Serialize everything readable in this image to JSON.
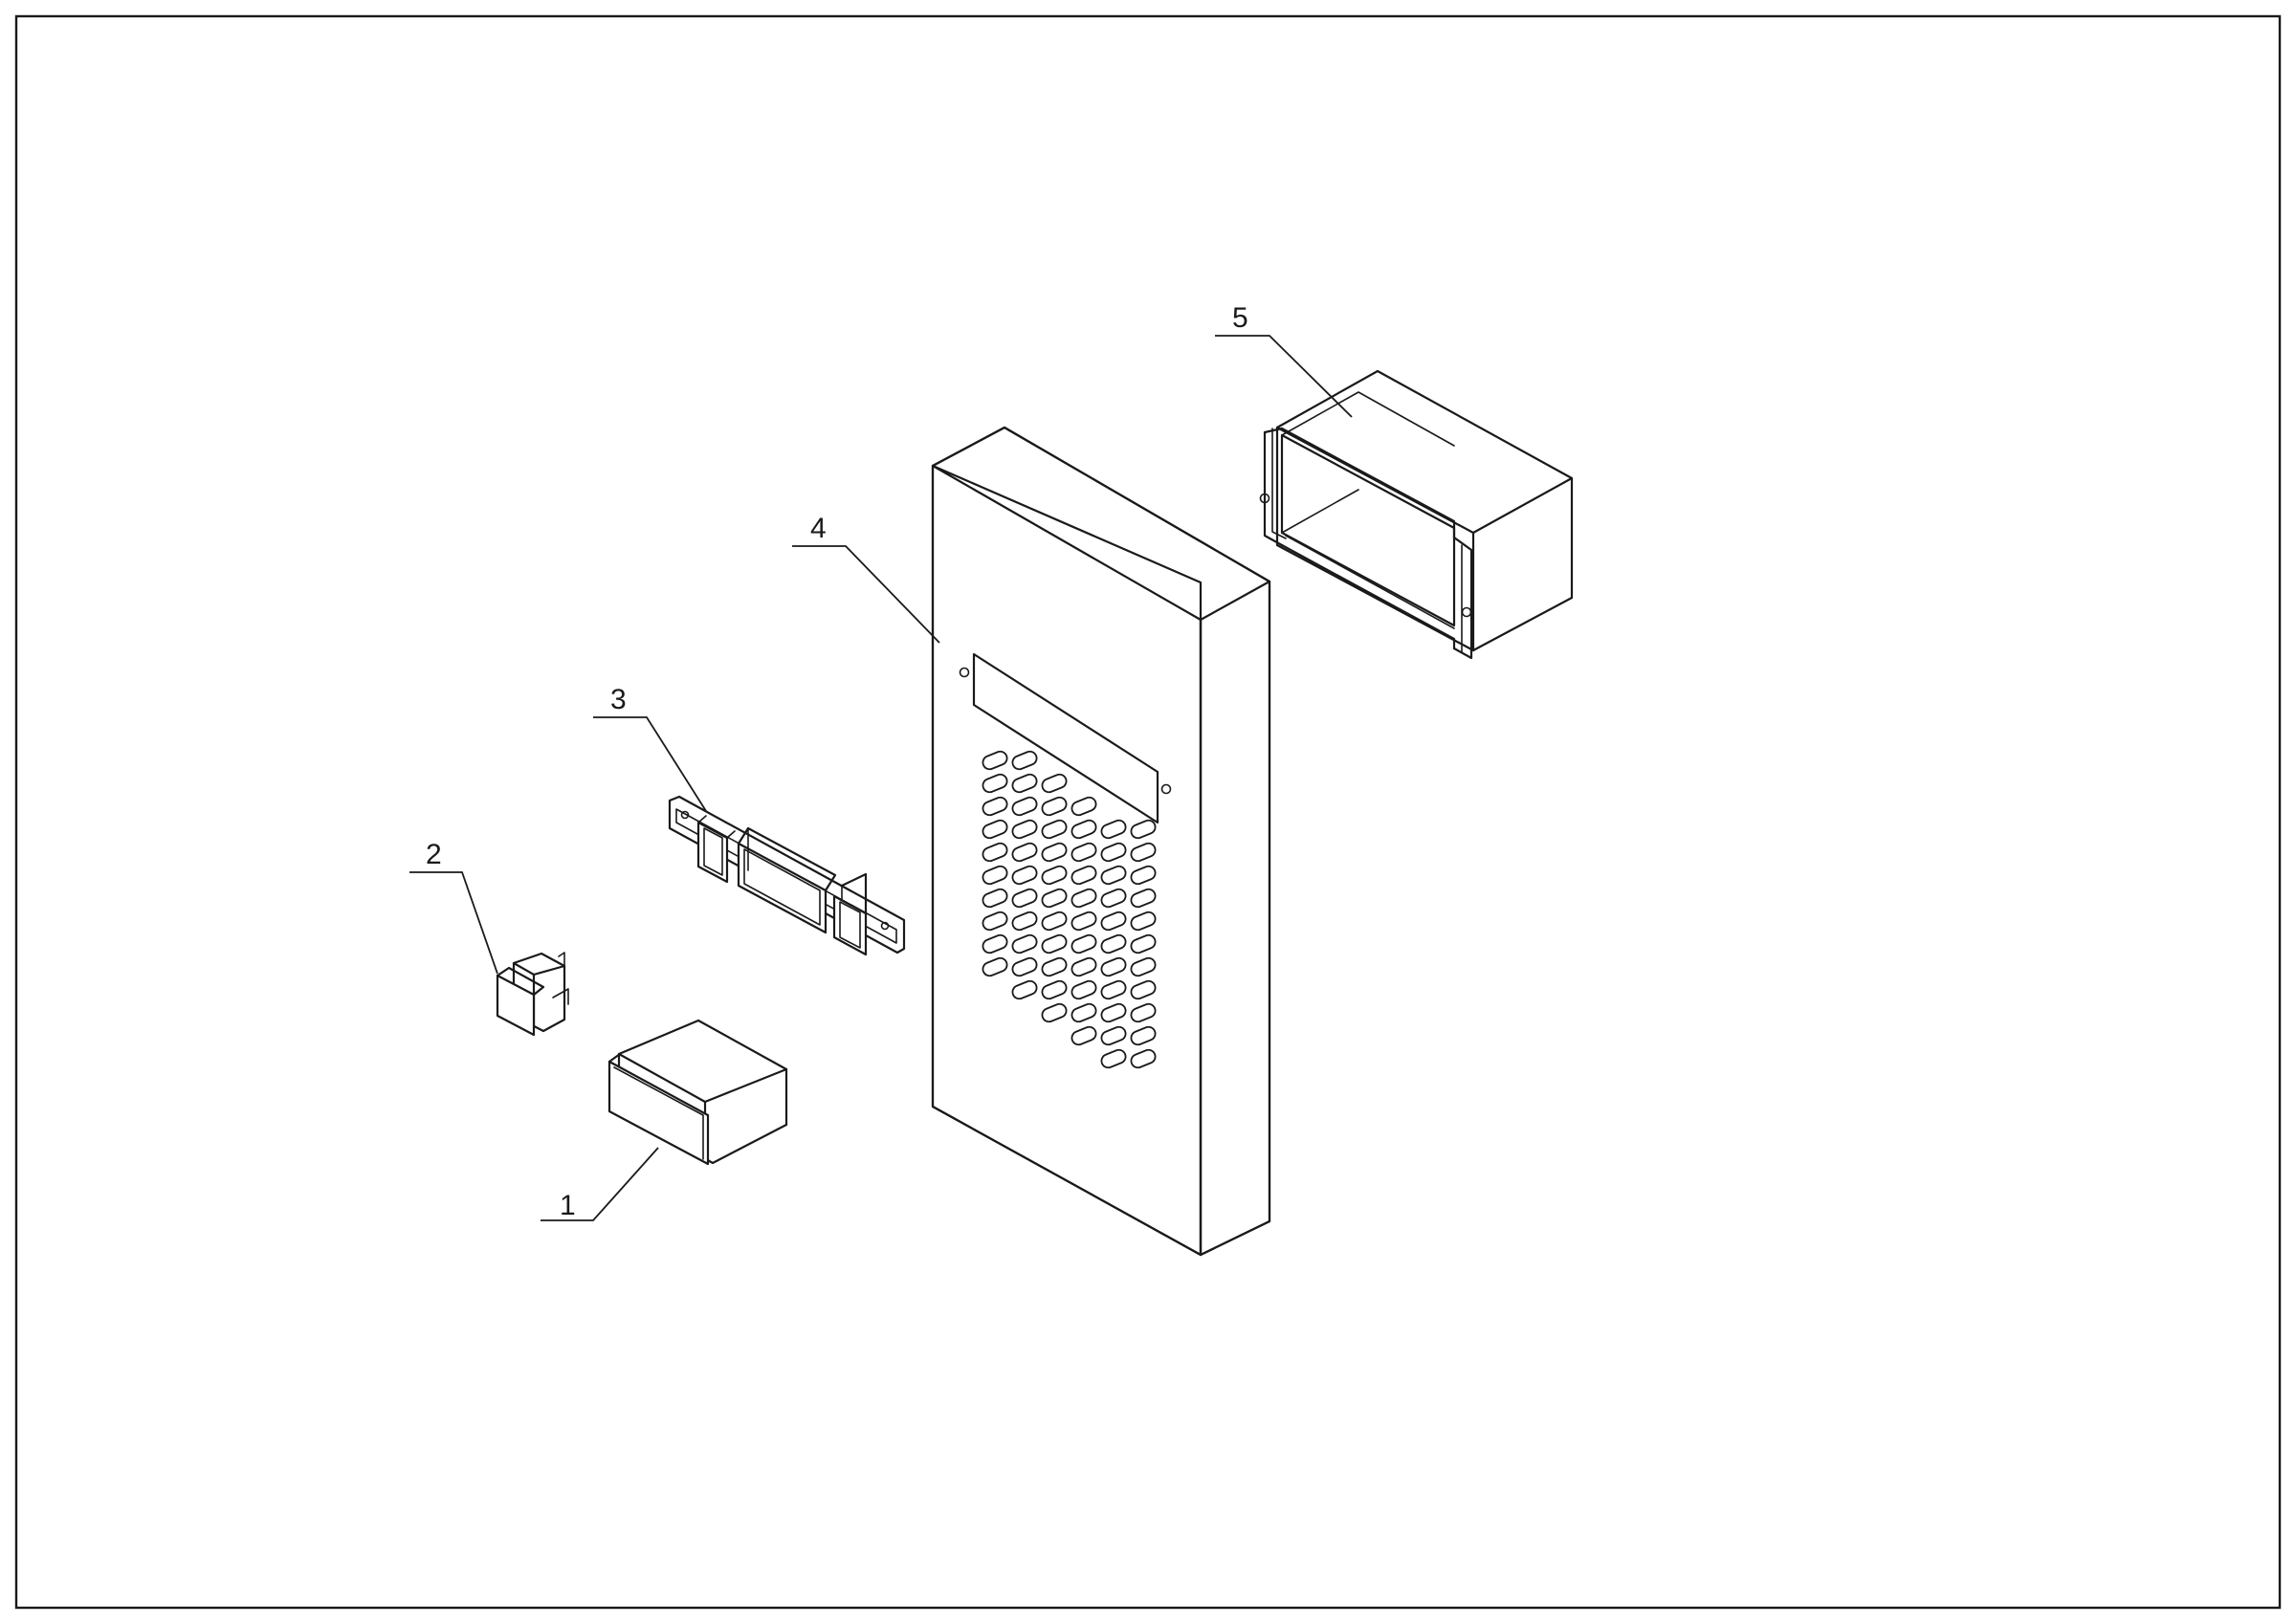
{
  "parts": [
    {
      "id": "part-1",
      "label": "1"
    },
    {
      "id": "part-2",
      "label": "2"
    },
    {
      "id": "part-3",
      "label": "3"
    },
    {
      "id": "part-4",
      "label": "4"
    },
    {
      "id": "part-5",
      "label": "5"
    }
  ],
  "colors": {
    "line": "#1a1a1a",
    "paper": "#ffffff"
  }
}
